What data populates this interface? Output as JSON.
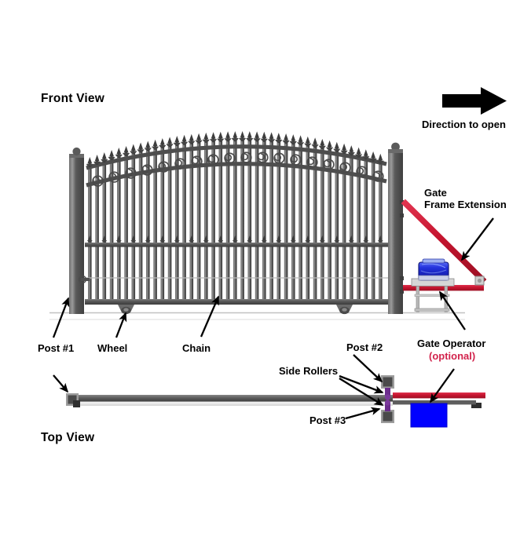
{
  "diagram": {
    "title_front": "Front View",
    "title_top": "Top View",
    "direction": {
      "label": "Direction to open",
      "arrow_icon": "right-arrow-icon",
      "points": "right"
    },
    "labels": {
      "post1": "Post #1",
      "post2": "Post #2",
      "post3": "Post #3",
      "wheel": "Wheel",
      "chain": "Chain",
      "side_rollers": "Side Rollers",
      "gate_frame_extension_line1": "Gate",
      "gate_frame_extension_line2": "Frame Extension",
      "gate_operator": "Gate Operator",
      "gate_operator_optional": "(optional)"
    },
    "colors": {
      "background": "#ffffff",
      "gate_metal_dark": "#4a4a4a",
      "gate_metal_mid": "#5e5e5e",
      "gate_metal_light": "#8c8c8c",
      "post_fill": "#555555",
      "red_frame": "#cc2233",
      "red_rail_top": "#d81b3c",
      "operator_blue": "#0000ff",
      "operator_blue_body": "#2233dd",
      "roller_purple": "#6b2d8c",
      "label_black": "#000000",
      "optional_red": "#d2234c",
      "ground_line": "#bdbdbd",
      "arrow_black": "#000000"
    },
    "front_view": {
      "picket_count": 41,
      "wheel_count": 2,
      "posts": [
        "left-post",
        "right-post"
      ],
      "has_arched_top": true,
      "has_scroll_ornament": true,
      "has_spear_finials": true
    },
    "top_view": {
      "rail_label": "gate-rail",
      "post_markers": 3,
      "roller_markers": 2,
      "operator_box": true
    }
  }
}
